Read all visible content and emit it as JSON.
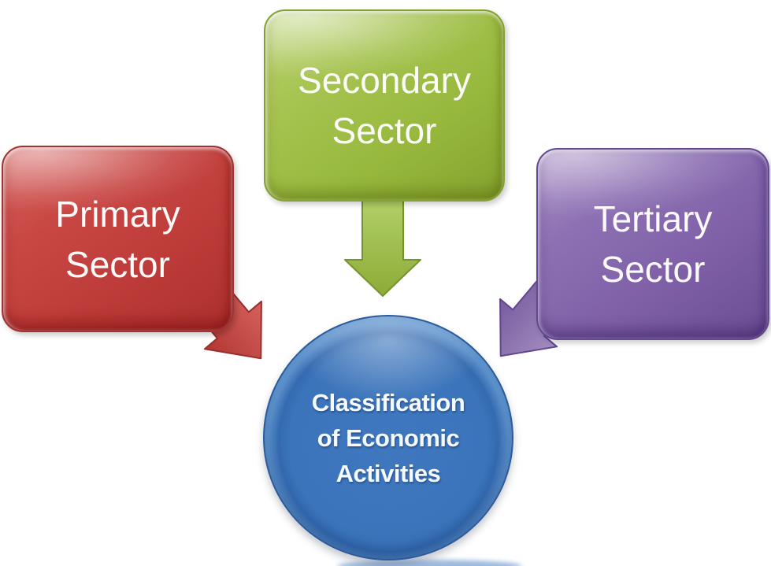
{
  "diagram": {
    "background_color": "#ffffff",
    "label_text_color": "#ffffff",
    "nodes": {
      "primary": {
        "label": "Primary Sector",
        "lines": [
          "Primary",
          "Sector"
        ],
        "fill_color": "#c5423e",
        "arrow_color": "#c5463f"
      },
      "secondary": {
        "label": "Secondary Sector",
        "lines": [
          "Secondary",
          "Sector"
        ],
        "fill_color": "#9fc043",
        "arrow_color": "#9cbe4d"
      },
      "tertiary": {
        "label": "Tertiary Sector",
        "lines": [
          "Tertiary",
          "Sector"
        ],
        "fill_color": "#8465ab",
        "arrow_color": "#8d73b0"
      },
      "center": {
        "label": "Classification of Economic Activities",
        "lines": [
          "Classification",
          "of Economic",
          "Activities"
        ],
        "fill_color": "#3b76bc"
      }
    }
  }
}
